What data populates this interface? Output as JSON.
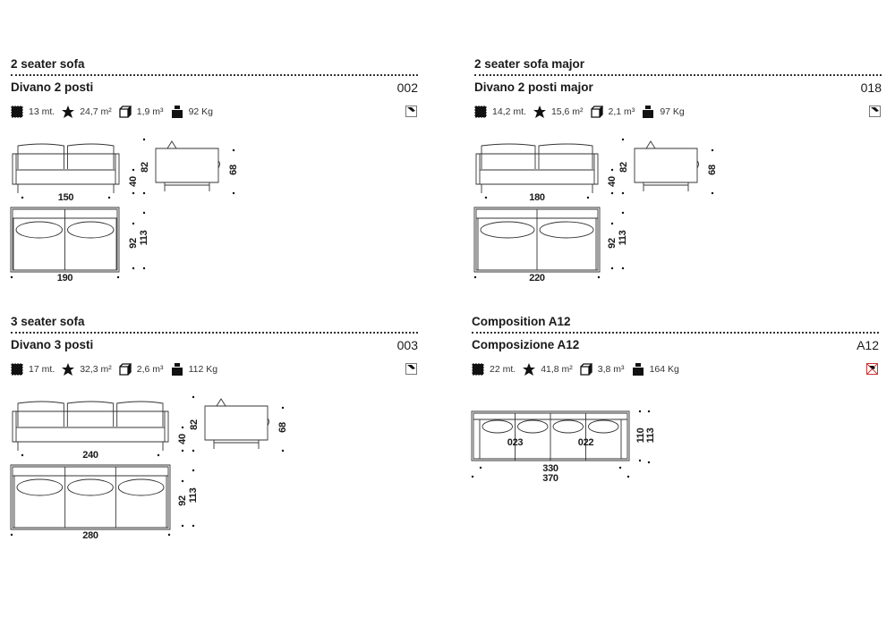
{
  "products": [
    {
      "title_en": "2 seater sofa",
      "title_it": "Divano 2 posti",
      "code": "002",
      "specs": {
        "fabric": "13 mt.",
        "leather": "24,7 m²",
        "volume": "1,9 m³",
        "weight": "92 Kg"
      },
      "dims": {
        "front_width": "150",
        "seat_height": "40",
        "height": "82",
        "side_depth": "68",
        "plan_width": "190",
        "seat_depth": "92",
        "depth": "113"
      }
    },
    {
      "title_en": "2 seater sofa major",
      "title_it": "Divano 2 posti major",
      "code": "018",
      "specs": {
        "fabric": "14,2 mt.",
        "leather": "15,6 m²",
        "volume": "2,1 m³",
        "weight": "97 Kg"
      },
      "dims": {
        "front_width": "180",
        "seat_height": "40",
        "height": "82",
        "side_depth": "68",
        "plan_width": "220",
        "seat_depth": "92",
        "depth": "113"
      }
    },
    {
      "title_en": "3 seater sofa",
      "title_it": "Divano 3 posti",
      "code": "003",
      "specs": {
        "fabric": "17 mt.",
        "leather": "32,3 m²",
        "volume": "2,6 m³",
        "weight": "112 Kg"
      },
      "dims": {
        "front_width": "240",
        "seat_height": "40",
        "height": "82",
        "side_depth": "68",
        "plan_width": "280",
        "seat_depth": "92",
        "depth": "113"
      }
    },
    {
      "title_en": "Composition A12",
      "title_it": "Composizione A12",
      "code": "A12",
      "specs": {
        "fabric": "22 mt.",
        "leather": "41,8 m²",
        "volume": "3,8 m³",
        "weight": "164 Kg"
      },
      "dims": {
        "module_left": "023",
        "module_right": "022",
        "seat_depth": "110",
        "depth": "113",
        "inner_width": "330",
        "width": "370"
      }
    }
  ],
  "icons": [
    "fabric-icon",
    "leather-icon",
    "volume-icon",
    "weight-icon",
    "cover-symbol-icon",
    "no-removable-cover-icon"
  ]
}
